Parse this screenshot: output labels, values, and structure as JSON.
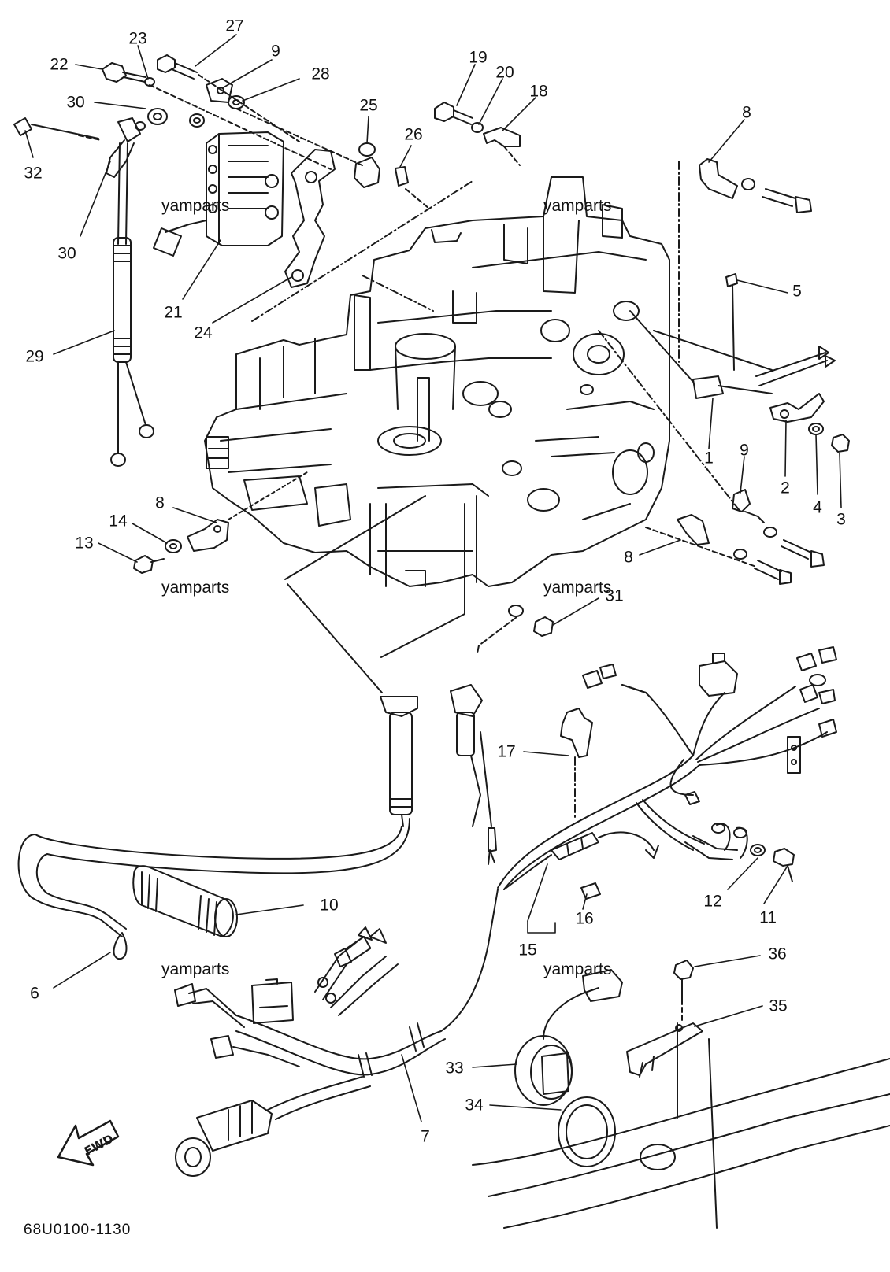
{
  "diagram": {
    "code": "68U0100-1130",
    "fwd_label": "FWD",
    "watermark": "yamparts",
    "ink_color": "#1a1a1a"
  },
  "callouts": [
    {
      "id": "1",
      "text": "1"
    },
    {
      "id": "2",
      "text": "2"
    },
    {
      "id": "3",
      "text": "3"
    },
    {
      "id": "4",
      "text": "4"
    },
    {
      "id": "5",
      "text": "5"
    },
    {
      "id": "6",
      "text": "6"
    },
    {
      "id": "7",
      "text": "7"
    },
    {
      "id": "8a",
      "text": "8"
    },
    {
      "id": "8b",
      "text": "8"
    },
    {
      "id": "8c",
      "text": "8"
    },
    {
      "id": "9a",
      "text": "9"
    },
    {
      "id": "9b",
      "text": "9"
    },
    {
      "id": "10",
      "text": "10"
    },
    {
      "id": "11",
      "text": "11"
    },
    {
      "id": "12",
      "text": "12"
    },
    {
      "id": "13",
      "text": "13"
    },
    {
      "id": "14",
      "text": "14"
    },
    {
      "id": "15",
      "text": "15"
    },
    {
      "id": "16",
      "text": "16"
    },
    {
      "id": "17",
      "text": "17"
    },
    {
      "id": "18",
      "text": "18"
    },
    {
      "id": "19",
      "text": "19"
    },
    {
      "id": "20",
      "text": "20"
    },
    {
      "id": "21",
      "text": "21"
    },
    {
      "id": "22",
      "text": "22"
    },
    {
      "id": "23",
      "text": "23"
    },
    {
      "id": "24",
      "text": "24"
    },
    {
      "id": "25",
      "text": "25"
    },
    {
      "id": "26",
      "text": "26"
    },
    {
      "id": "27",
      "text": "27"
    },
    {
      "id": "28",
      "text": "28"
    },
    {
      "id": "29",
      "text": "29"
    },
    {
      "id": "30a",
      "text": "30"
    },
    {
      "id": "30b",
      "text": "30"
    },
    {
      "id": "31",
      "text": "31"
    },
    {
      "id": "32",
      "text": "32"
    },
    {
      "id": "33",
      "text": "33"
    },
    {
      "id": "34",
      "text": "34"
    },
    {
      "id": "35",
      "text": "35"
    },
    {
      "id": "36",
      "text": "36"
    }
  ]
}
